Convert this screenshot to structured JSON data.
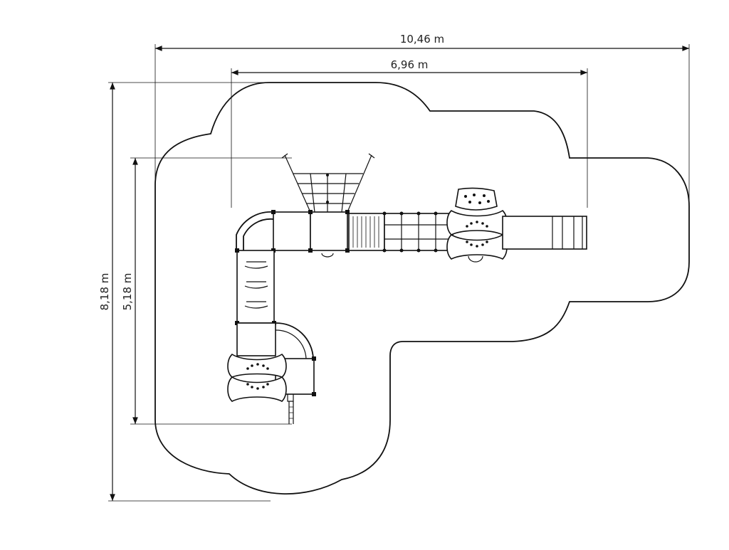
{
  "dimensions": {
    "overall_width": "10,46 m",
    "equipment_width": "6,96 m",
    "overall_depth": "8,18 m",
    "equipment_depth": "5,18 m"
  },
  "colors": {
    "line": "#111111",
    "background": "#ffffff"
  }
}
